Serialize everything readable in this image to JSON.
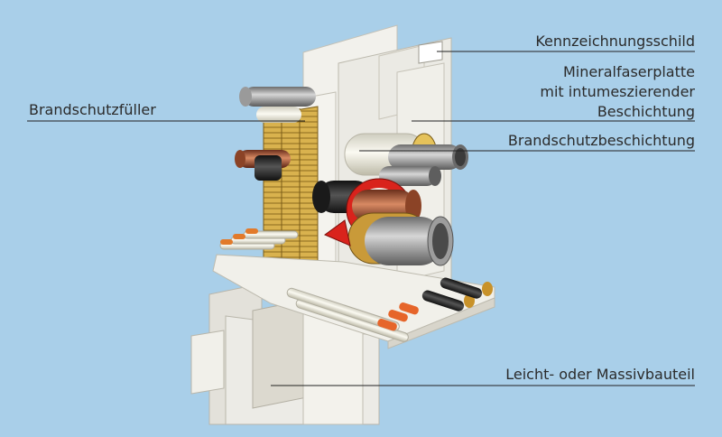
{
  "labels": {
    "kennzeichnungsschild": "Kennzeichnungsschild",
    "mineralfaser_1": "Mineralfaserplatte",
    "mineralfaser_2": "mit intumeszierender",
    "mineralfaser_3": "Beschichtung",
    "brandschutzfueller": "Brandschutzfüller",
    "brandschutzbeschichtung": "Brandschutzbeschichtung",
    "bauteil": "Leicht- oder Massivbauteil"
  },
  "colors": {
    "background": "#a9cfe9",
    "board": "#ecebe6",
    "filler": "#d8b04a",
    "collar": "#d9231c",
    "leader": "#222222"
  }
}
